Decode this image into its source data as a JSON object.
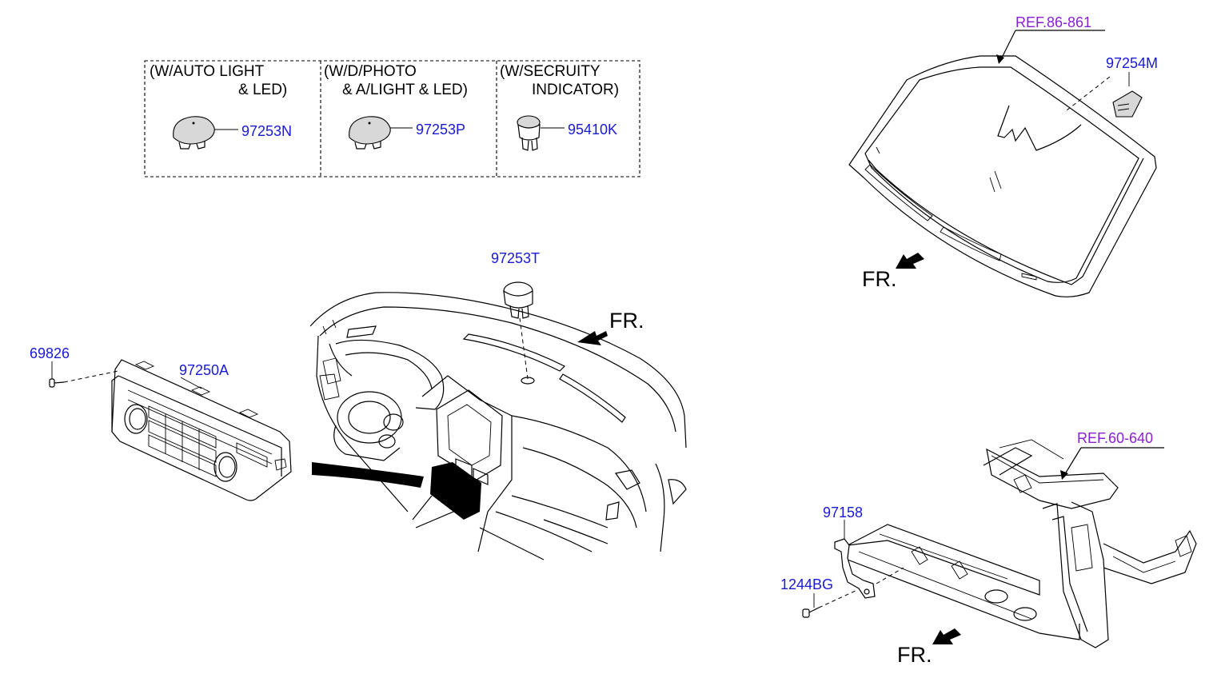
{
  "option_boxes": [
    {
      "caption_line1": "(W/AUTO LIGHT",
      "caption_line2": "& LED)",
      "part_no": "97253N"
    },
    {
      "caption_line1": "(W/D/PHOTO",
      "caption_line2": "& A/LIGHT & LED)",
      "part_no": "97253P"
    },
    {
      "caption_line1": "(W/SECRUITY",
      "caption_line2": "INDICATOR)",
      "part_no": "95410K"
    }
  ],
  "parts": {
    "sensor_dash": "97253T",
    "screw_control": "69826",
    "control_unit": "97250A",
    "windshield_sensor": "97254M",
    "bracket": "97158",
    "bolt": "1244BG"
  },
  "references": {
    "windshield": "REF.86-861",
    "carrier": "REF.60-640"
  },
  "front_label": "FR.",
  "colors": {
    "part_number": "#1a1ad6",
    "reference": "#8a1fd6",
    "line": "#000000"
  }
}
